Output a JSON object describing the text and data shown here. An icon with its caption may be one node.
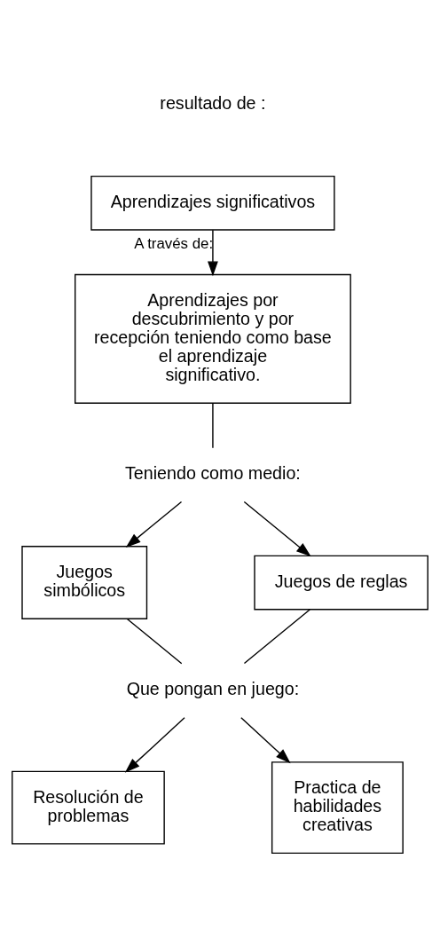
{
  "diagram": {
    "nodes": [
      {
        "text": [
          "Aprendizajes significativos"
        ]
      },
      {
        "text": [
          "Aprendizajes por descubrimiento y por recepción teniendo como base el aprendizaje significativo."
        ]
      },
      {
        "text": [
          "Teniendo como medio:"
        ]
      },
      {
        "text": [
          "Juegos simbólicos"
        ]
      },
      {
        "text": [
          "Juegos de reglas"
        ]
      },
      {
        "text": [
          "Que pongan en juego:"
        ]
      },
      {
        "text": [
          "Resolución de problemas"
        ]
      },
      {
        "text": [
          "Practica de habilidades creativas"
        ]
      }
    ],
    "edges": [
      {
        "from": 0,
        "to": 1,
        "arrow": "to",
        "label": "A través de:"
      },
      {
        "from": 1,
        "to": 2,
        "arrow": "none"
      },
      {
        "from": 2,
        "to": 3,
        "arrow": "to"
      },
      {
        "from": 2,
        "to": 4,
        "arrow": "to"
      },
      {
        "from": 3,
        "to": 5,
        "arrow": "none"
      },
      {
        "from": 4,
        "to": 5,
        "arrow": "none"
      },
      {
        "from": 5,
        "to": 6,
        "arrow": "to"
      },
      {
        "from": 5,
        "to": 7,
        "arrow": "to"
      }
    ],
    "labels": [
      "resultado de :"
    ]
  }
}
